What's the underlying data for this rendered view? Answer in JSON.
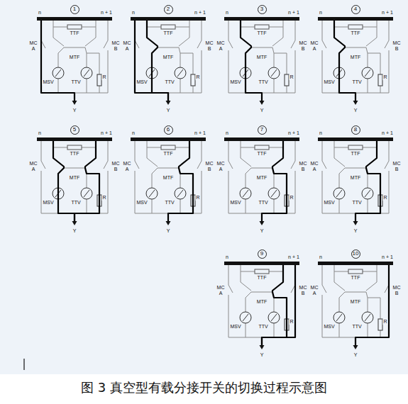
{
  "diagram": {
    "caption": "图 3 真空型有载分接开关的切换过程示意图",
    "nodes": [
      {
        "text": [
          "1"
        ]
      },
      {
        "text": [
          "2"
        ]
      },
      {
        "text": [
          "3"
        ]
      },
      {
        "text": [
          "4"
        ]
      },
      {
        "text": [
          "5"
        ]
      },
      {
        "text": [
          "6"
        ]
      },
      {
        "text": [
          "7"
        ]
      },
      {
        "text": [
          "8"
        ]
      },
      {
        "text": [
          "9"
        ]
      },
      {
        "text": [
          "10"
        ]
      }
    ],
    "labels": [
      "n",
      "n + 1",
      "TTF",
      "MC A",
      "MC B",
      "MTF",
      "MSV",
      "TTV",
      "R",
      "Y",
      "n",
      "n + 1",
      "TTF",
      "MC A",
      "MC B",
      "MTF",
      "MSV",
      "TTV",
      "R",
      "Y",
      "n",
      "n + 1",
      "TTF",
      "MC A",
      "MC B",
      "MTF",
      "MSV",
      "TTV",
      "R",
      "Y",
      "n",
      "n + 1",
      "TTF",
      "MC A",
      "MC B",
      "MTF",
      "MSV",
      "TTV",
      "R",
      "Y",
      "n",
      "n + 1",
      "TTF",
      "MC A",
      "MC B",
      "MTF",
      "MSV",
      "TTV",
      "R",
      "Y",
      "n",
      "n + 1",
      "TTF",
      "MC A",
      "MC B",
      "MTF",
      "MSV",
      "TTV",
      "R",
      "Y",
      "n",
      "n + 1",
      "TTF",
      "MC A",
      "MC B",
      "MTF",
      "MSV",
      "TTV",
      "R",
      "Y",
      "n",
      "n + 1",
      "TTF",
      "MC A",
      "MC B",
      "MTF",
      "MSV",
      "TTV",
      "R",
      "Y",
      "n",
      "n + 1",
      "TTF",
      "MC A",
      "MC B",
      "MTF",
      "MSV",
      "TTV",
      "R",
      "Y",
      "n",
      "n + 1",
      "TTF",
      "MC A",
      "MC B",
      "MTF",
      "MSV",
      "TTV",
      "R",
      "Y"
    ]
  }
}
